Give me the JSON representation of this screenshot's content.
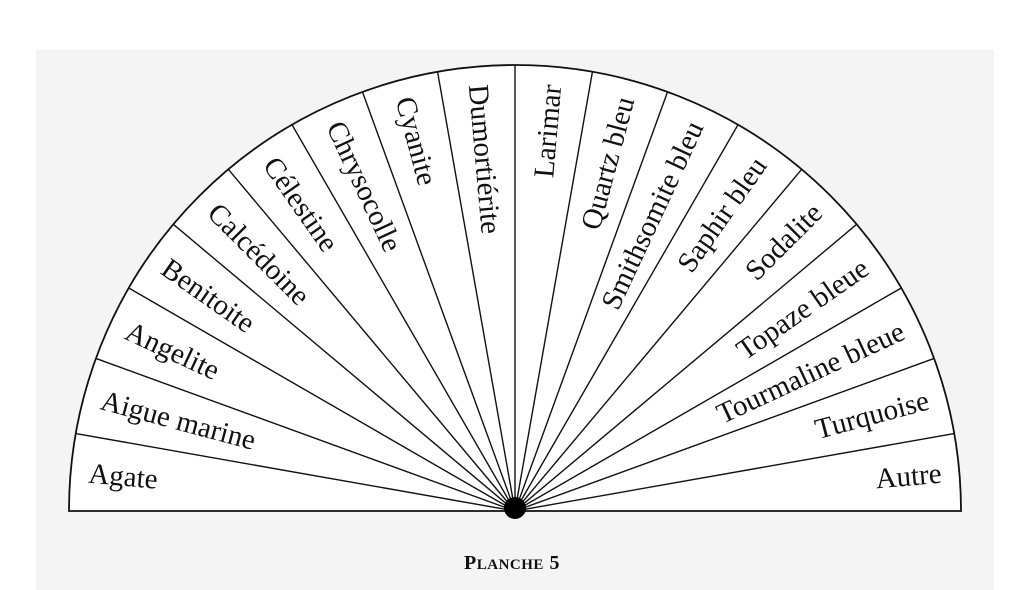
{
  "diagram": {
    "sectors": [
      "Agate",
      "Aigue marine",
      "Angelite",
      "Benitoite",
      "Calcédoine",
      "Célestine",
      "Chrysocolle",
      "Cyanite",
      "Dumortiérite",
      "Larimar",
      "Quartz bleu",
      "Smithsomite bleu",
      "Saphir bleu",
      "Sodalite",
      "Topaze bleue",
      "Tourmaline bleue",
      "Turquoise",
      "Autre"
    ],
    "title": {
      "first_letter": "P",
      "rest": "LANCHE",
      "number": "5"
    }
  }
}
